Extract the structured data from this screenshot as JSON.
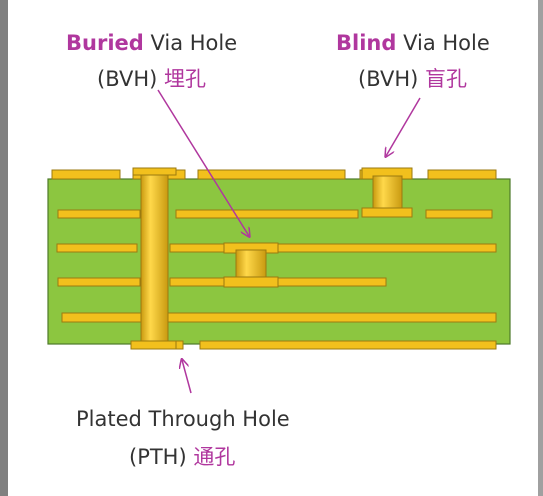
{
  "labels": {
    "buried": {
      "highlight": "Buried",
      "rest": "Via Hole",
      "abbr": "(BVH)",
      "cjk": "埋孔"
    },
    "blind": {
      "highlight": "Blind",
      "rest": "Via Hole",
      "abbr": "(BVH)",
      "cjk": "盲孔"
    },
    "pth": {
      "line1": "Plated Through  Hole",
      "abbr": "(PTH)",
      "cjk": "通孔"
    }
  },
  "colors": {
    "board": "#8cc640",
    "board_border": "#4d7a2a",
    "copper": "#f2c01d",
    "copper_border": "#9b7a10",
    "arrow": "#b0379e",
    "highlight_text": "#b0379e",
    "text": "#333333"
  }
}
